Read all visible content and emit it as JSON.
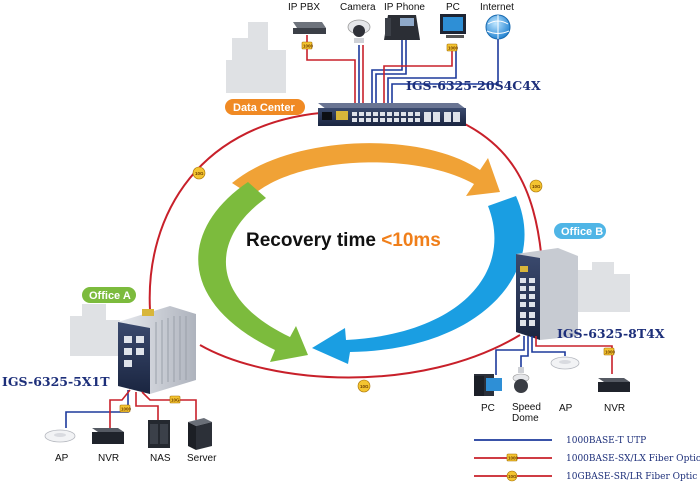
{
  "title": {
    "recovery_prefix": "Recovery time ",
    "recovery_value": "<10ms"
  },
  "sites": {
    "data_center": "Data Center",
    "office_a": "Office A",
    "office_b": "Office B"
  },
  "models": {
    "core": "IGS-6325-20S4C4X",
    "office_a": "IGS-6325-5X1T",
    "office_b": "IGS-6325-8T4X"
  },
  "devices_top": [
    "IP PBX",
    "Camera",
    "IP Phone",
    "PC",
    "Internet"
  ],
  "devices_b": [
    "PC",
    "Speed",
    "Dome",
    "AP",
    "NVR"
  ],
  "devices_a": [
    "AP",
    "NVR",
    "NAS",
    "Server"
  ],
  "badges": {
    "g1": "1000",
    "g10": "10G"
  },
  "legend": [
    {
      "label": "1000BASE-T UTP",
      "color": "#1d3a9c"
    },
    {
      "label": "1000BASE-SX/LX Fiber Optic",
      "color": "#c8202a"
    },
    {
      "label": "10GBASE-SR/LR Fiber Optic",
      "color": "#c8202a"
    }
  ],
  "colors": {
    "ring": "#c8202a",
    "utp": "#1d3a9c",
    "orange_arrow": "#f0a236",
    "blue_arrow": "#1a9ee2",
    "green_arrow": "#7cbb3d",
    "accent": "#f07f1a"
  }
}
